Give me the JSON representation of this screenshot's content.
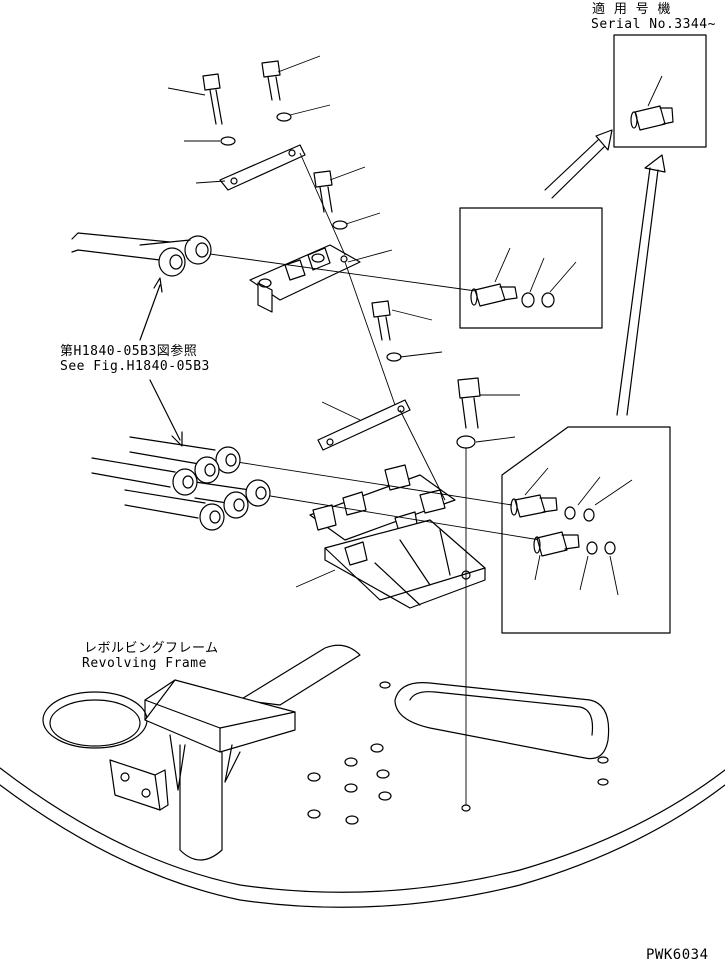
{
  "serial_note": {
    "line1": "適 用 号 機",
    "line2": "Serial No.3344~"
  },
  "reference": {
    "line1": "第H1840-05B3図参照",
    "line2": "See Fig.H1840-05B3"
  },
  "frame_label": {
    "line1": "レボルビングフレーム",
    "line2": "Revolving Frame"
  },
  "drawing_code": "PWK6034"
}
